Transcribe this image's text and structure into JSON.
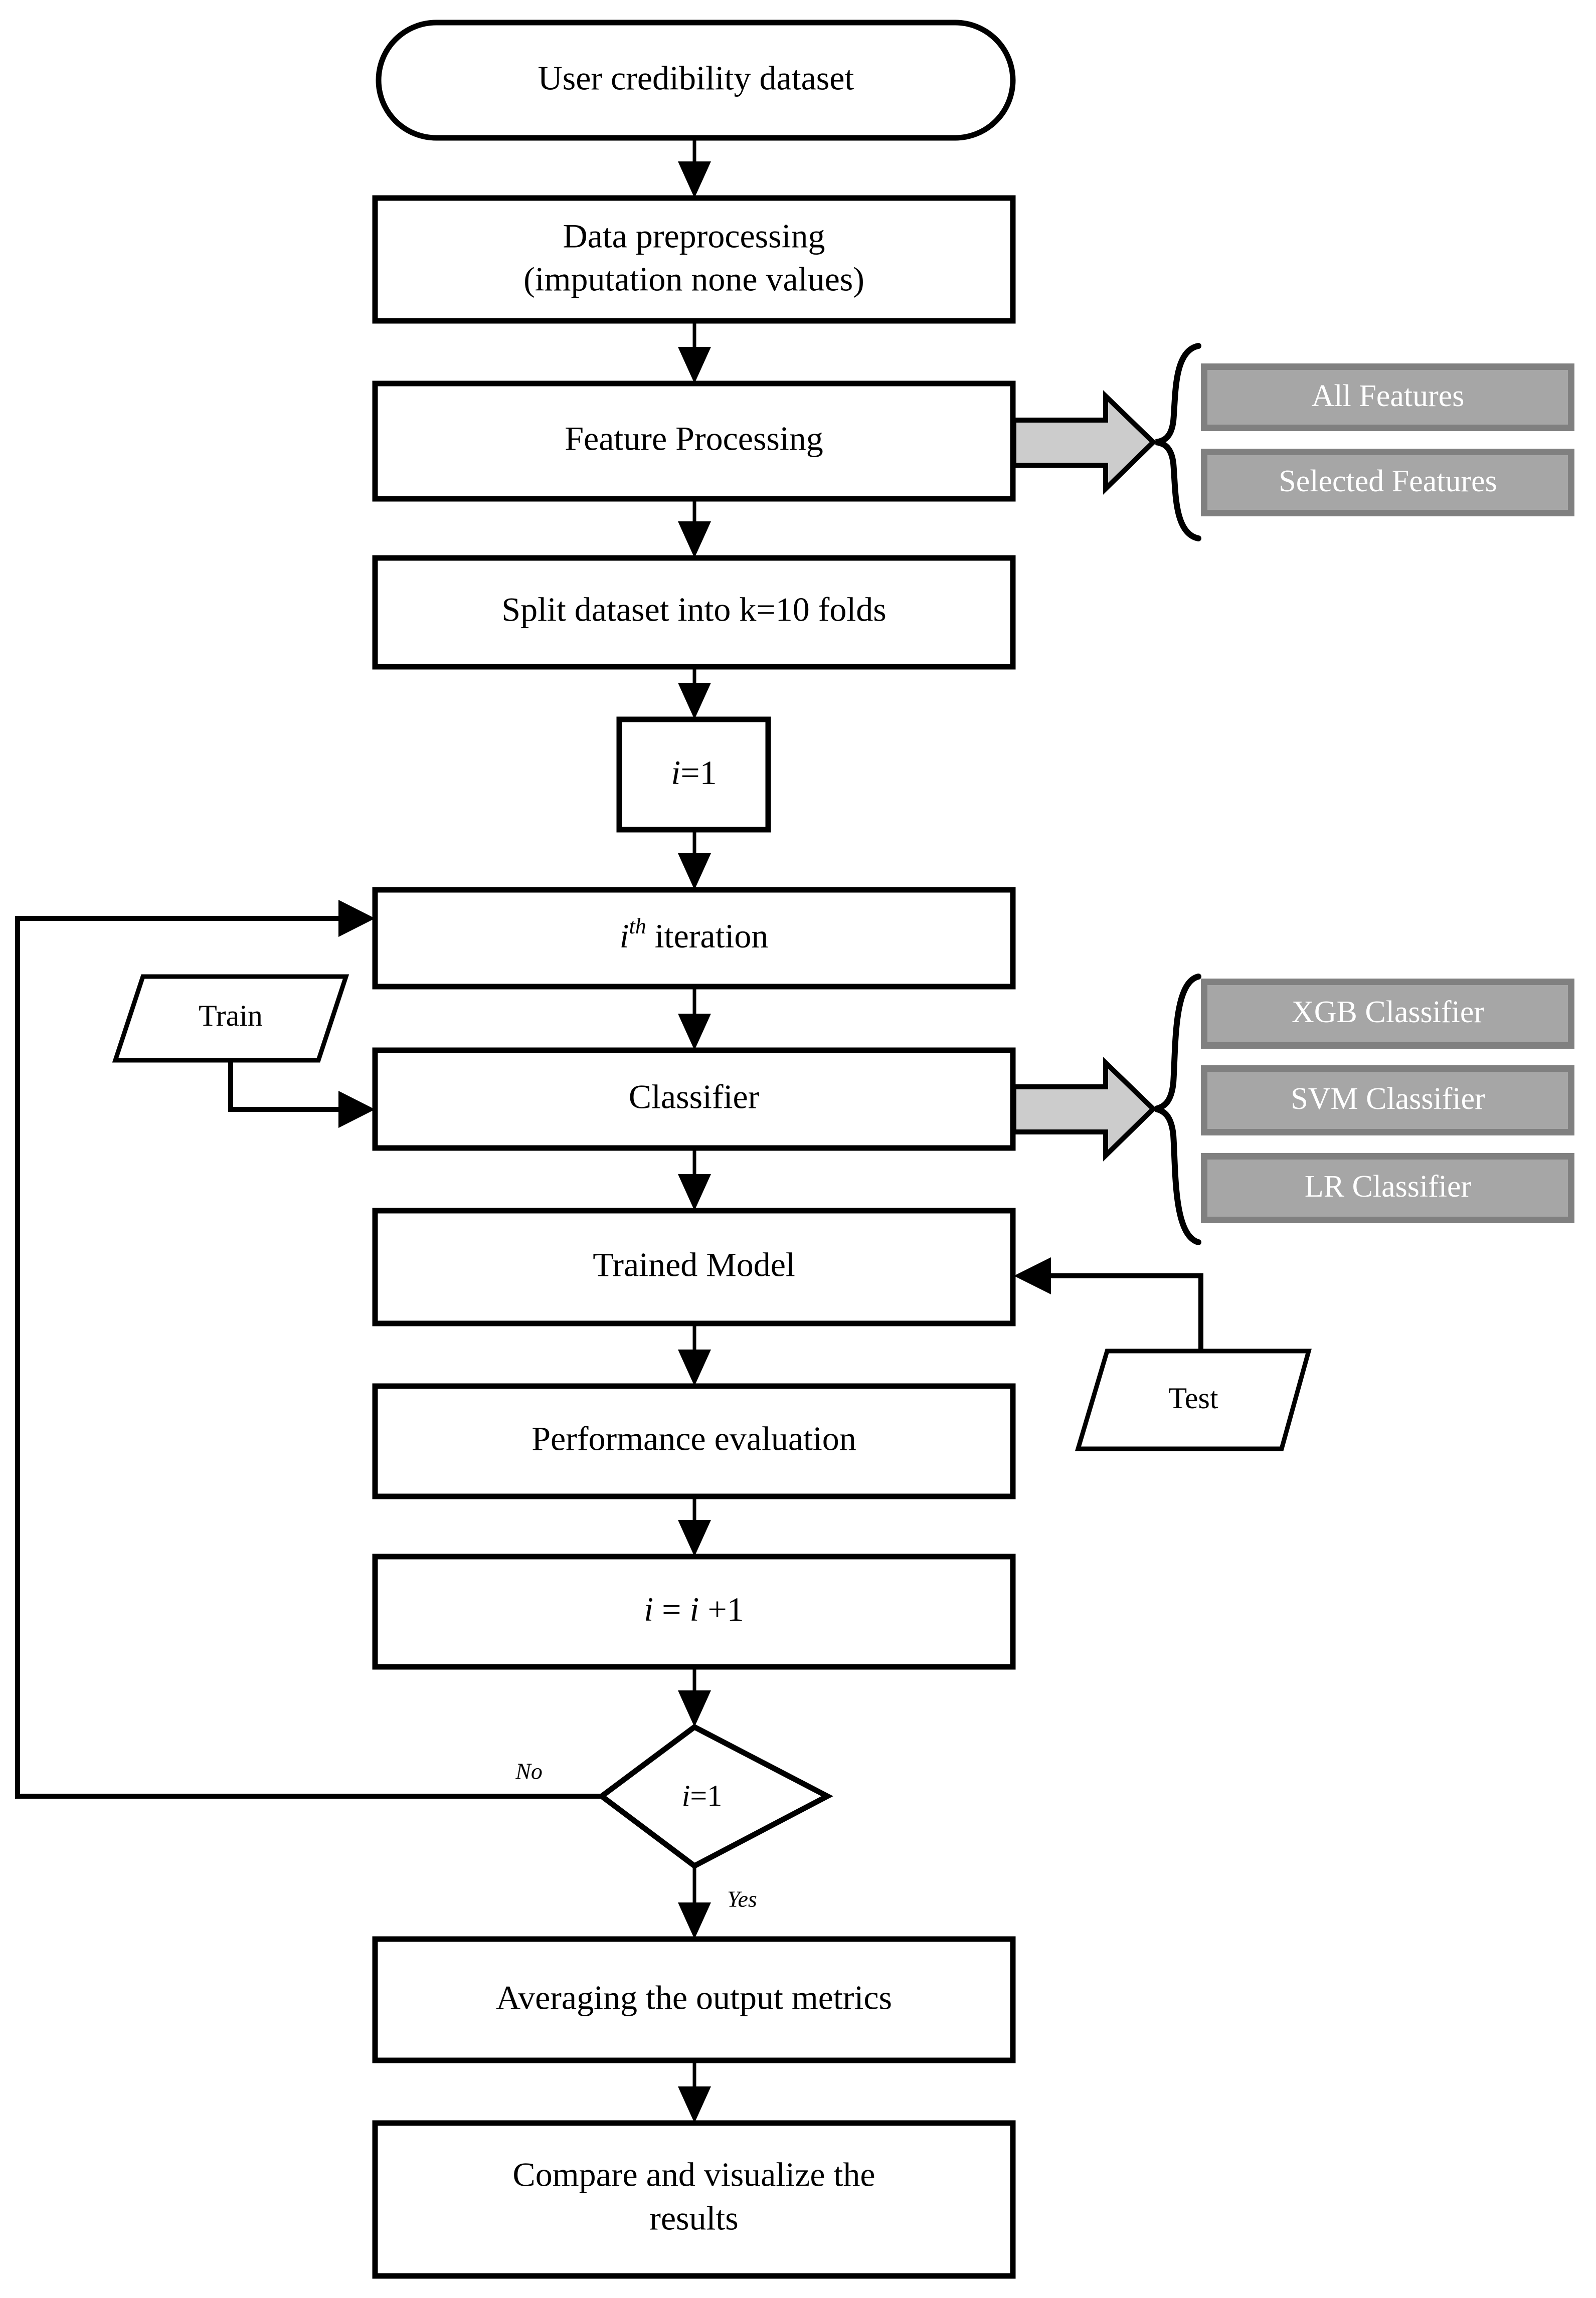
{
  "diagram": {
    "title": "Machine learning cross-validation workflow flowchart",
    "colors": {
      "gray_box_fill": "#a6a6a6",
      "gray_box_border": "#808080",
      "block_arrow_fill": "#cccccc",
      "stroke": "#000000",
      "background": "#ffffff",
      "gray_box_text": "#ffffff"
    }
  },
  "nodes": {
    "dataset": {
      "label": "User credibility dataset",
      "shape": "terminator"
    },
    "preprocessing": {
      "line1": "Data preprocessing",
      "line2": "(imputation none values)",
      "shape": "process"
    },
    "feature_processing": {
      "label": "Feature Processing",
      "shape": "process"
    },
    "split": {
      "label": "Split dataset into k=10 folds",
      "shape": "process"
    },
    "init": {
      "label_i": "i",
      "label_rest": "=1",
      "shape": "process"
    },
    "iteration": {
      "label_i": "i",
      "label_sup": "th",
      "label_rest": " iteration",
      "shape": "process"
    },
    "train": {
      "label": "Train",
      "shape": "parallelogram"
    },
    "classifier": {
      "label": "Classifier",
      "shape": "process"
    },
    "trained_model": {
      "label": "Trained Model",
      "shape": "process"
    },
    "test": {
      "label": "Test",
      "shape": "parallelogram"
    },
    "performance": {
      "label": "Performance evaluation",
      "shape": "process"
    },
    "increment": {
      "label_i1": "i",
      "label_eq": " = ",
      "label_i2": "i",
      "label_rest": " +1",
      "shape": "process"
    },
    "decision": {
      "label_i": "i",
      "label_rest": "=1",
      "shape": "decision"
    },
    "averaging": {
      "label": "Averaging the output metrics",
      "shape": "process"
    },
    "compare": {
      "line1": "Compare and visualize the",
      "line2": "results",
      "shape": "process"
    }
  },
  "feature_options": [
    {
      "label": "All Features"
    },
    {
      "label": "Selected Features"
    }
  ],
  "classifier_options": [
    {
      "label": "XGB Classifier"
    },
    {
      "label": "SVM Classifier"
    },
    {
      "label": "LR Classifier"
    }
  ],
  "edge_labels": {
    "no": "No",
    "yes": "Yes"
  }
}
